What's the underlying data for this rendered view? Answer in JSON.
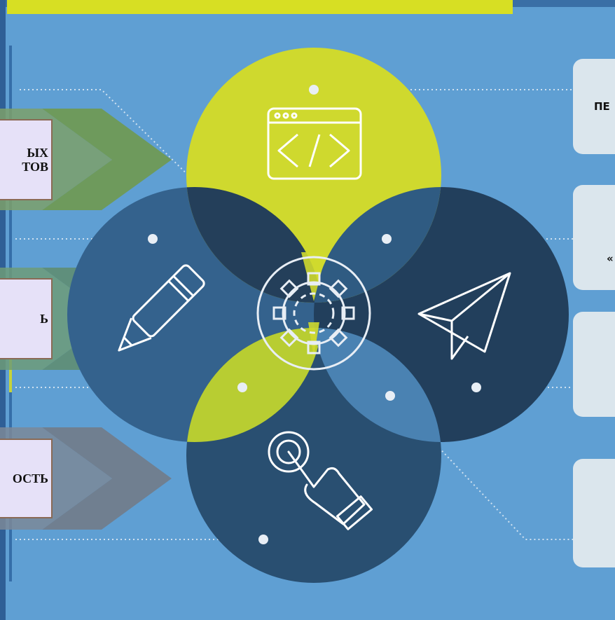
{
  "left_boxes": [
    {
      "label": "ЫХ\nТОВ"
    },
    {
      "label": "Ь"
    },
    {
      "label": "ОСТЬ"
    }
  ],
  "right_boxes": [
    {
      "label": "ПЕ"
    },
    {
      "label": "«"
    },
    {
      "label": ""
    },
    {
      "label": ""
    }
  ],
  "colors": {
    "background": "#5f9fd3",
    "accent_yellow": "#d7df23",
    "circle_dark": "#2a4f70",
    "circle_mid": "#34628d",
    "arrow_green": "#6e9a5c",
    "arrow_teal": "#5f8f7c",
    "arrow_gray": "#707f90"
  },
  "icons": [
    "code-window-icon",
    "pencil-icon",
    "paper-plane-icon",
    "touch-hand-icon",
    "gear-icon"
  ]
}
